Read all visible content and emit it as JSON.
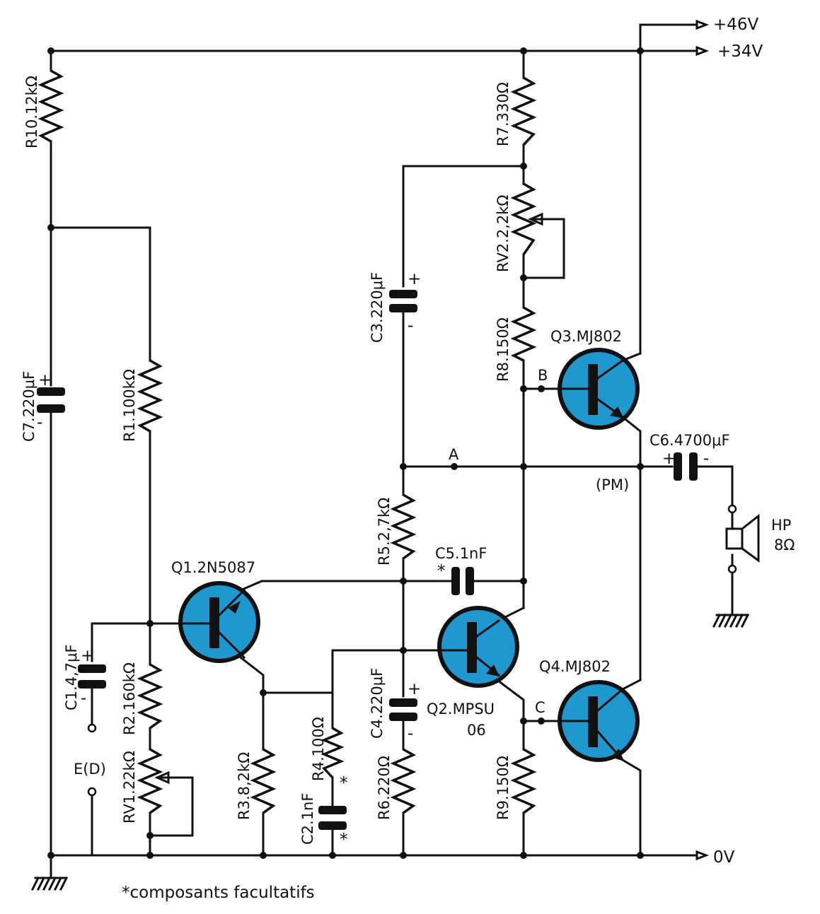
{
  "supplies": {
    "v46": "+46V",
    "v34": "+34V",
    "v0": "0V"
  },
  "resistors": {
    "r10": "R10.12kΩ",
    "r1": "R1.100kΩ",
    "r2": "R2.160kΩ",
    "rv1": "RV1.22kΩ",
    "r3": "R3.8,2kΩ",
    "r4": "R4.100Ω",
    "r5": "R5.2,7kΩ",
    "r6": "R6.220Ω",
    "r7": "R7.330Ω",
    "rv2": "RV2.2,2kΩ",
    "r8": "R8.150Ω",
    "r9": "R9.150Ω"
  },
  "capacitors": {
    "c7": "C7.220μF",
    "c1": "C1.4,7μF",
    "c2": "C2.1nF",
    "c3": "C3.220μF",
    "c4": "C4.220μF",
    "c5": "C5.1nF",
    "c6": "C6.4700μF"
  },
  "transistors": {
    "q1": "Q1.2N5087",
    "q2_line1": "Q2.MPSU",
    "q2_line2": "06",
    "q3": "Q3.MJ802",
    "q4": "Q4.MJ802"
  },
  "nodes": {
    "a": "A",
    "b": "B",
    "c": "C",
    "pm": "(PM)",
    "input": "E(D)"
  },
  "speaker": {
    "name": "HP",
    "impedance": "8Ω"
  },
  "marks": {
    "plus": "+",
    "minus": "-",
    "star": "*"
  },
  "footnote": "*composants facultatifs",
  "colors": {
    "transistor_fill": "#1f97cf",
    "ink": "#111111"
  }
}
